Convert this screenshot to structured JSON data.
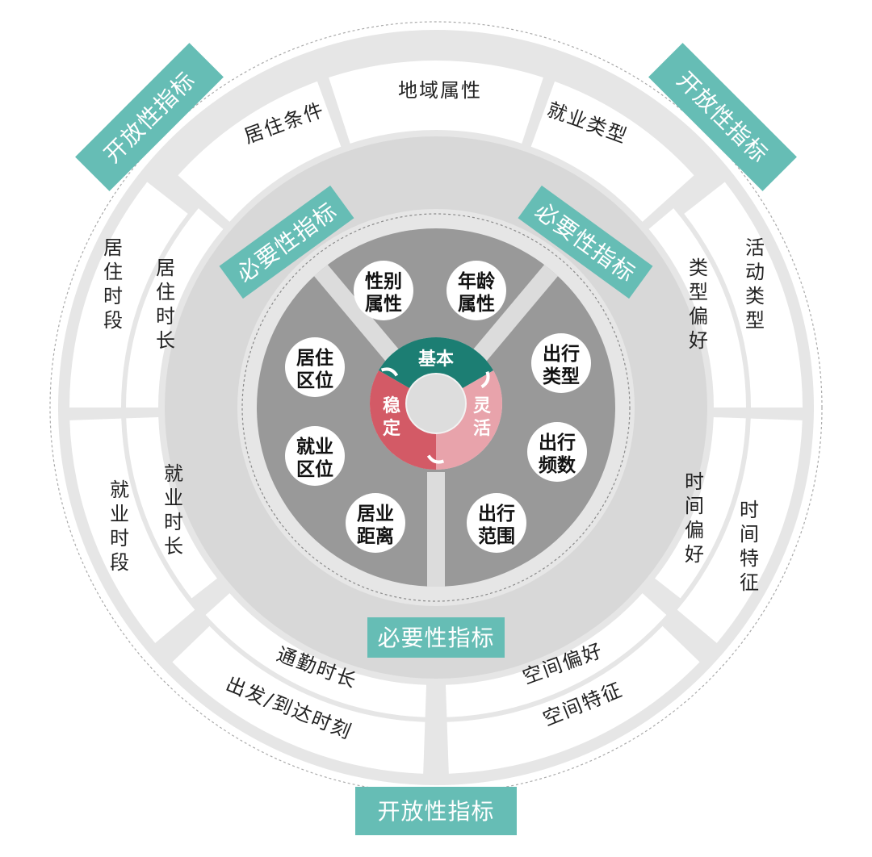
{
  "center": {
    "top": "基本",
    "left": "稳定",
    "right": "灵活"
  },
  "core_circles": [
    "性别\n属性",
    "年龄\n属性",
    "出行\n类型",
    "出行\n频数",
    "出行\n范围",
    "居业\n距离",
    "就业\n区位",
    "居住\n区位"
  ],
  "necessary_label": "必要性指标",
  "open_label": "开放性指标",
  "cells": {
    "top_inner_left": "居住条件",
    "top_inner_mid": "地域属性",
    "top_inner_right": "就业类型",
    "left_outer_top": "居住时段",
    "left_inner_top": "居住时长",
    "left_outer_bottom": "就业时段",
    "left_inner_bottom": "就业时长",
    "right_inner_top": "类型偏好",
    "right_outer_top": "活动类型",
    "right_inner_bottom": "时间偏好",
    "right_outer_bottom": "时间特征",
    "bottom_left_inner": "通勤时长",
    "bottom_left_outer": "出发/到达时刻",
    "bottom_right_inner": "空间偏好",
    "bottom_right_outer": "空间特征"
  },
  "colors": {
    "teal": "#66bdb5",
    "dark_teal": "#1c7e73",
    "red": "#d35a66",
    "pink": "#e8a3ab",
    "dark_gray": "#999999",
    "light_gray": "#e6e6e6",
    "core_gray": "#c6c6c6"
  }
}
